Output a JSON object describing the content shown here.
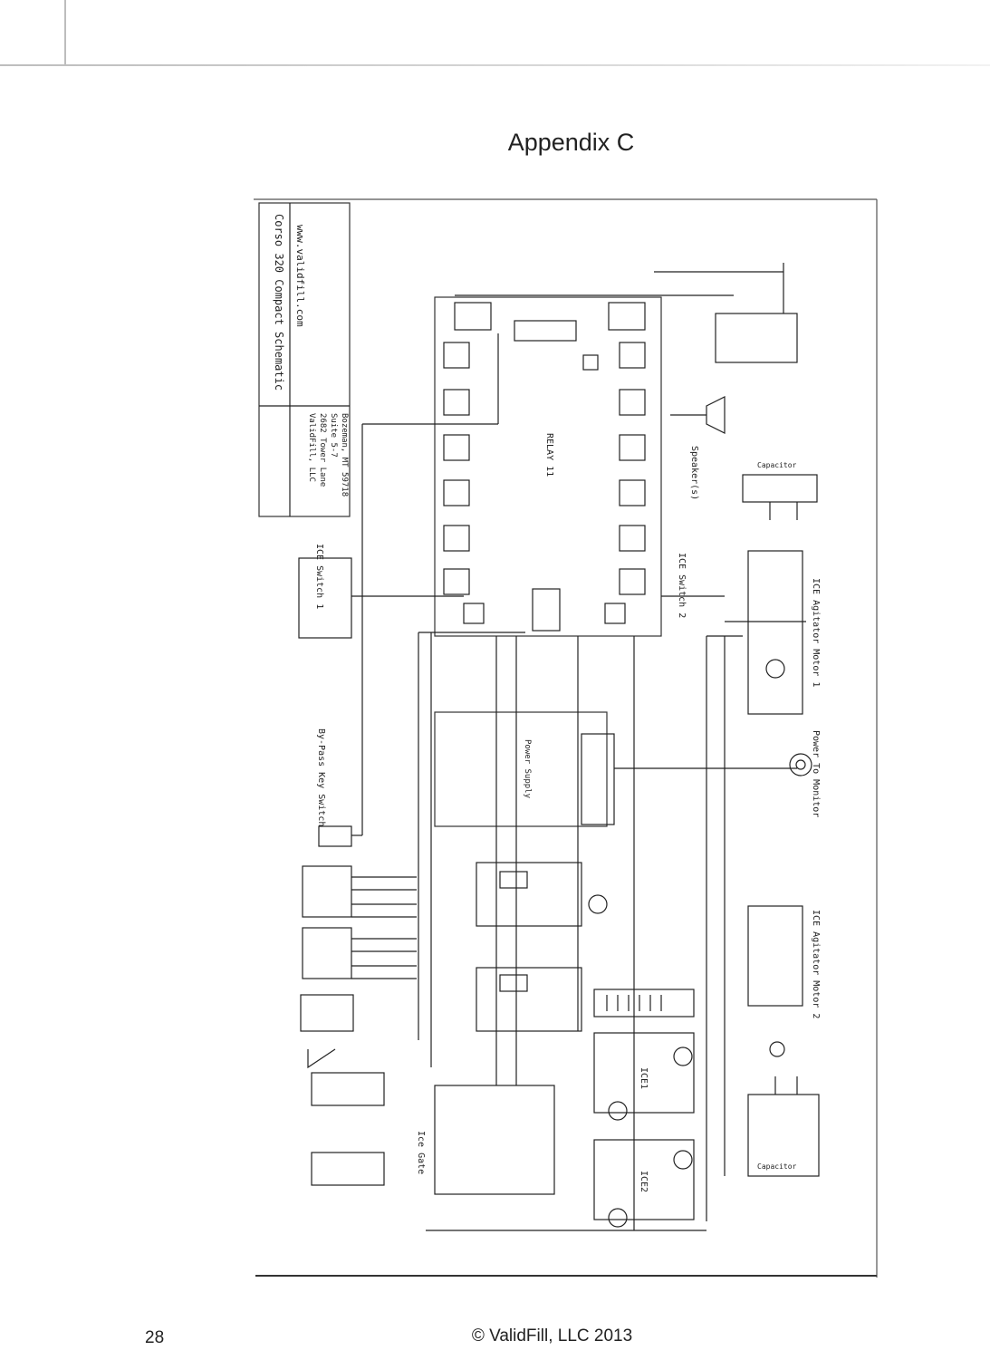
{
  "page": {
    "title": "Appendix C",
    "page_number": "28",
    "copyright": "© ValidFill, LLC 2013"
  },
  "schematic": {
    "title_block": {
      "title": "Corso 320 Compact Schematic",
      "url": "www.validfill.com",
      "company": "ValidFill, LLC",
      "address_1": "2682 Tower Lane",
      "address_2": "Suite 5-7",
      "city": "Bozeman, MT 59718"
    },
    "labels": {
      "ice_switch_1": "ICE Switch 1",
      "ice_switch_2": "ICE Switch 2",
      "ice_agitator_motor_1": "ICE Agitator Motor 1",
      "ice_agitator_motor_2": "ICE Agitator Motor 2",
      "power_to_monitor": "Power To Monitor",
      "bypass_key_switch": "By-Pass Key Switch",
      "speaker": "Speaker(s)",
      "relay_board": "RELAY 11",
      "capacitor_top": "Capacitor",
      "capacitor_bottom": "Capacitor",
      "ice_gate": "Ice Gate",
      "power_supply": "Power Supply",
      "ice1": "ICE1",
      "ice2": "ICE2"
    }
  }
}
